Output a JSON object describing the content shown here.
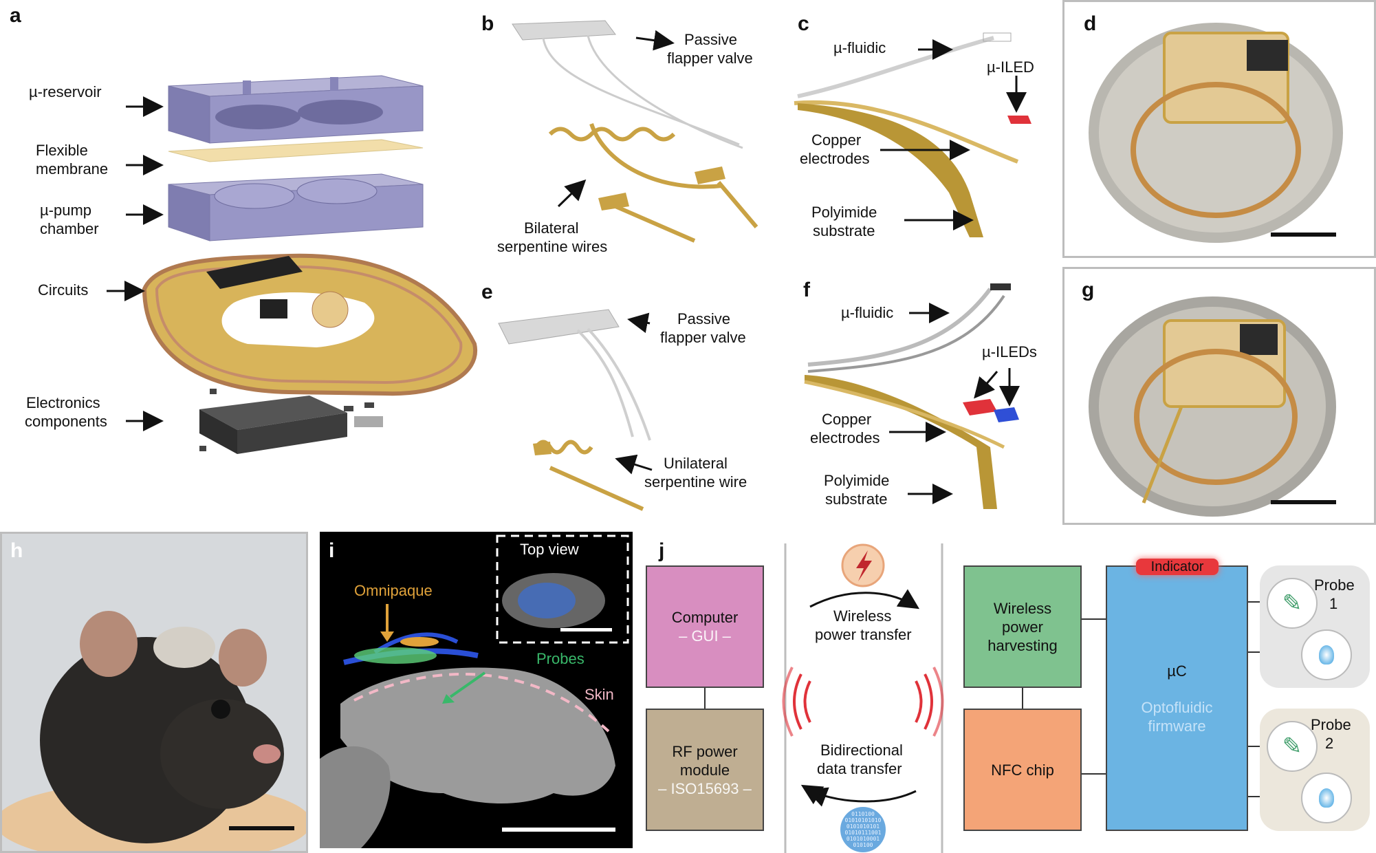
{
  "panels": {
    "a": {
      "letter": "a",
      "reservoir": "µ-reservoir",
      "membrane_1": "Flexible",
      "membrane_2": "membrane",
      "pump_1": "µ-pump",
      "pump_2": "chamber",
      "circuits": "Circuits",
      "electronics_1": "Electronics",
      "electronics_2": "components"
    },
    "b": {
      "letter": "b",
      "valve_1": "Passive",
      "valve_2": "flapper valve",
      "wires_1": "Bilateral",
      "wires_2": "serpentine wires"
    },
    "c": {
      "letter": "c",
      "fluidic": "µ-fluidic",
      "iled": "µ-ILED",
      "copper_1": "Copper",
      "copper_2": "electrodes",
      "poly_1": "Polyimide",
      "poly_2": "substrate"
    },
    "d": {
      "letter": "d"
    },
    "e": {
      "letter": "e",
      "valve_1": "Passive",
      "valve_2": "flapper valve",
      "wire_1": "Unilateral",
      "wire_2": "serpentine wire"
    },
    "f": {
      "letter": "f",
      "fluidic": "µ-fluidic",
      "ileds": "µ-ILEDs",
      "copper_1": "Copper",
      "copper_2": "electrodes",
      "poly_1": "Polyimide",
      "poly_2": "substrate"
    },
    "g": {
      "letter": "g"
    },
    "h": {
      "letter": "h"
    },
    "i": {
      "letter": "i",
      "top_view": "Top view",
      "omnipaque": "Omnipaque",
      "probes": "Probes",
      "skin": "Skin"
    },
    "j": {
      "letter": "j",
      "computer_1": "Computer",
      "computer_2": "– GUI –",
      "rf_1": "RF power",
      "rf_2": "module",
      "rf_3": "– ISO15693 –",
      "wireless_1": "Wireless",
      "wireless_2": "power transfer",
      "bidir_1": "Bidirectional",
      "bidir_2": "data transfer",
      "harvest_1": "Wireless",
      "harvest_2": "power",
      "harvest_3": "harvesting",
      "nfc": "NFC chip",
      "indicator": "Indicator",
      "uc": "µC",
      "firmware_1": "Optofluidic",
      "firmware_2": "firmware",
      "probe1_1": "Probe",
      "probe1_2": "1",
      "probe2_1": "Probe",
      "probe2_2": "2",
      "binary": [
        "0110100",
        "01010101010",
        "0101010101",
        "01010111001",
        "0101010001",
        "010100"
      ]
    }
  },
  "colors": {
    "reservoir": "#8e8cba",
    "membrane": "#f2deaa",
    "gold": "#c9a244",
    "computer": "#d88ec0",
    "rf": "#bfae92",
    "harvest": "#7fc28f",
    "nfc": "#f4a477",
    "uc": "#6bb4e3",
    "indicator": "#e8383c",
    "red_led": "#e0323a",
    "blue_led": "#2f4fd6"
  }
}
